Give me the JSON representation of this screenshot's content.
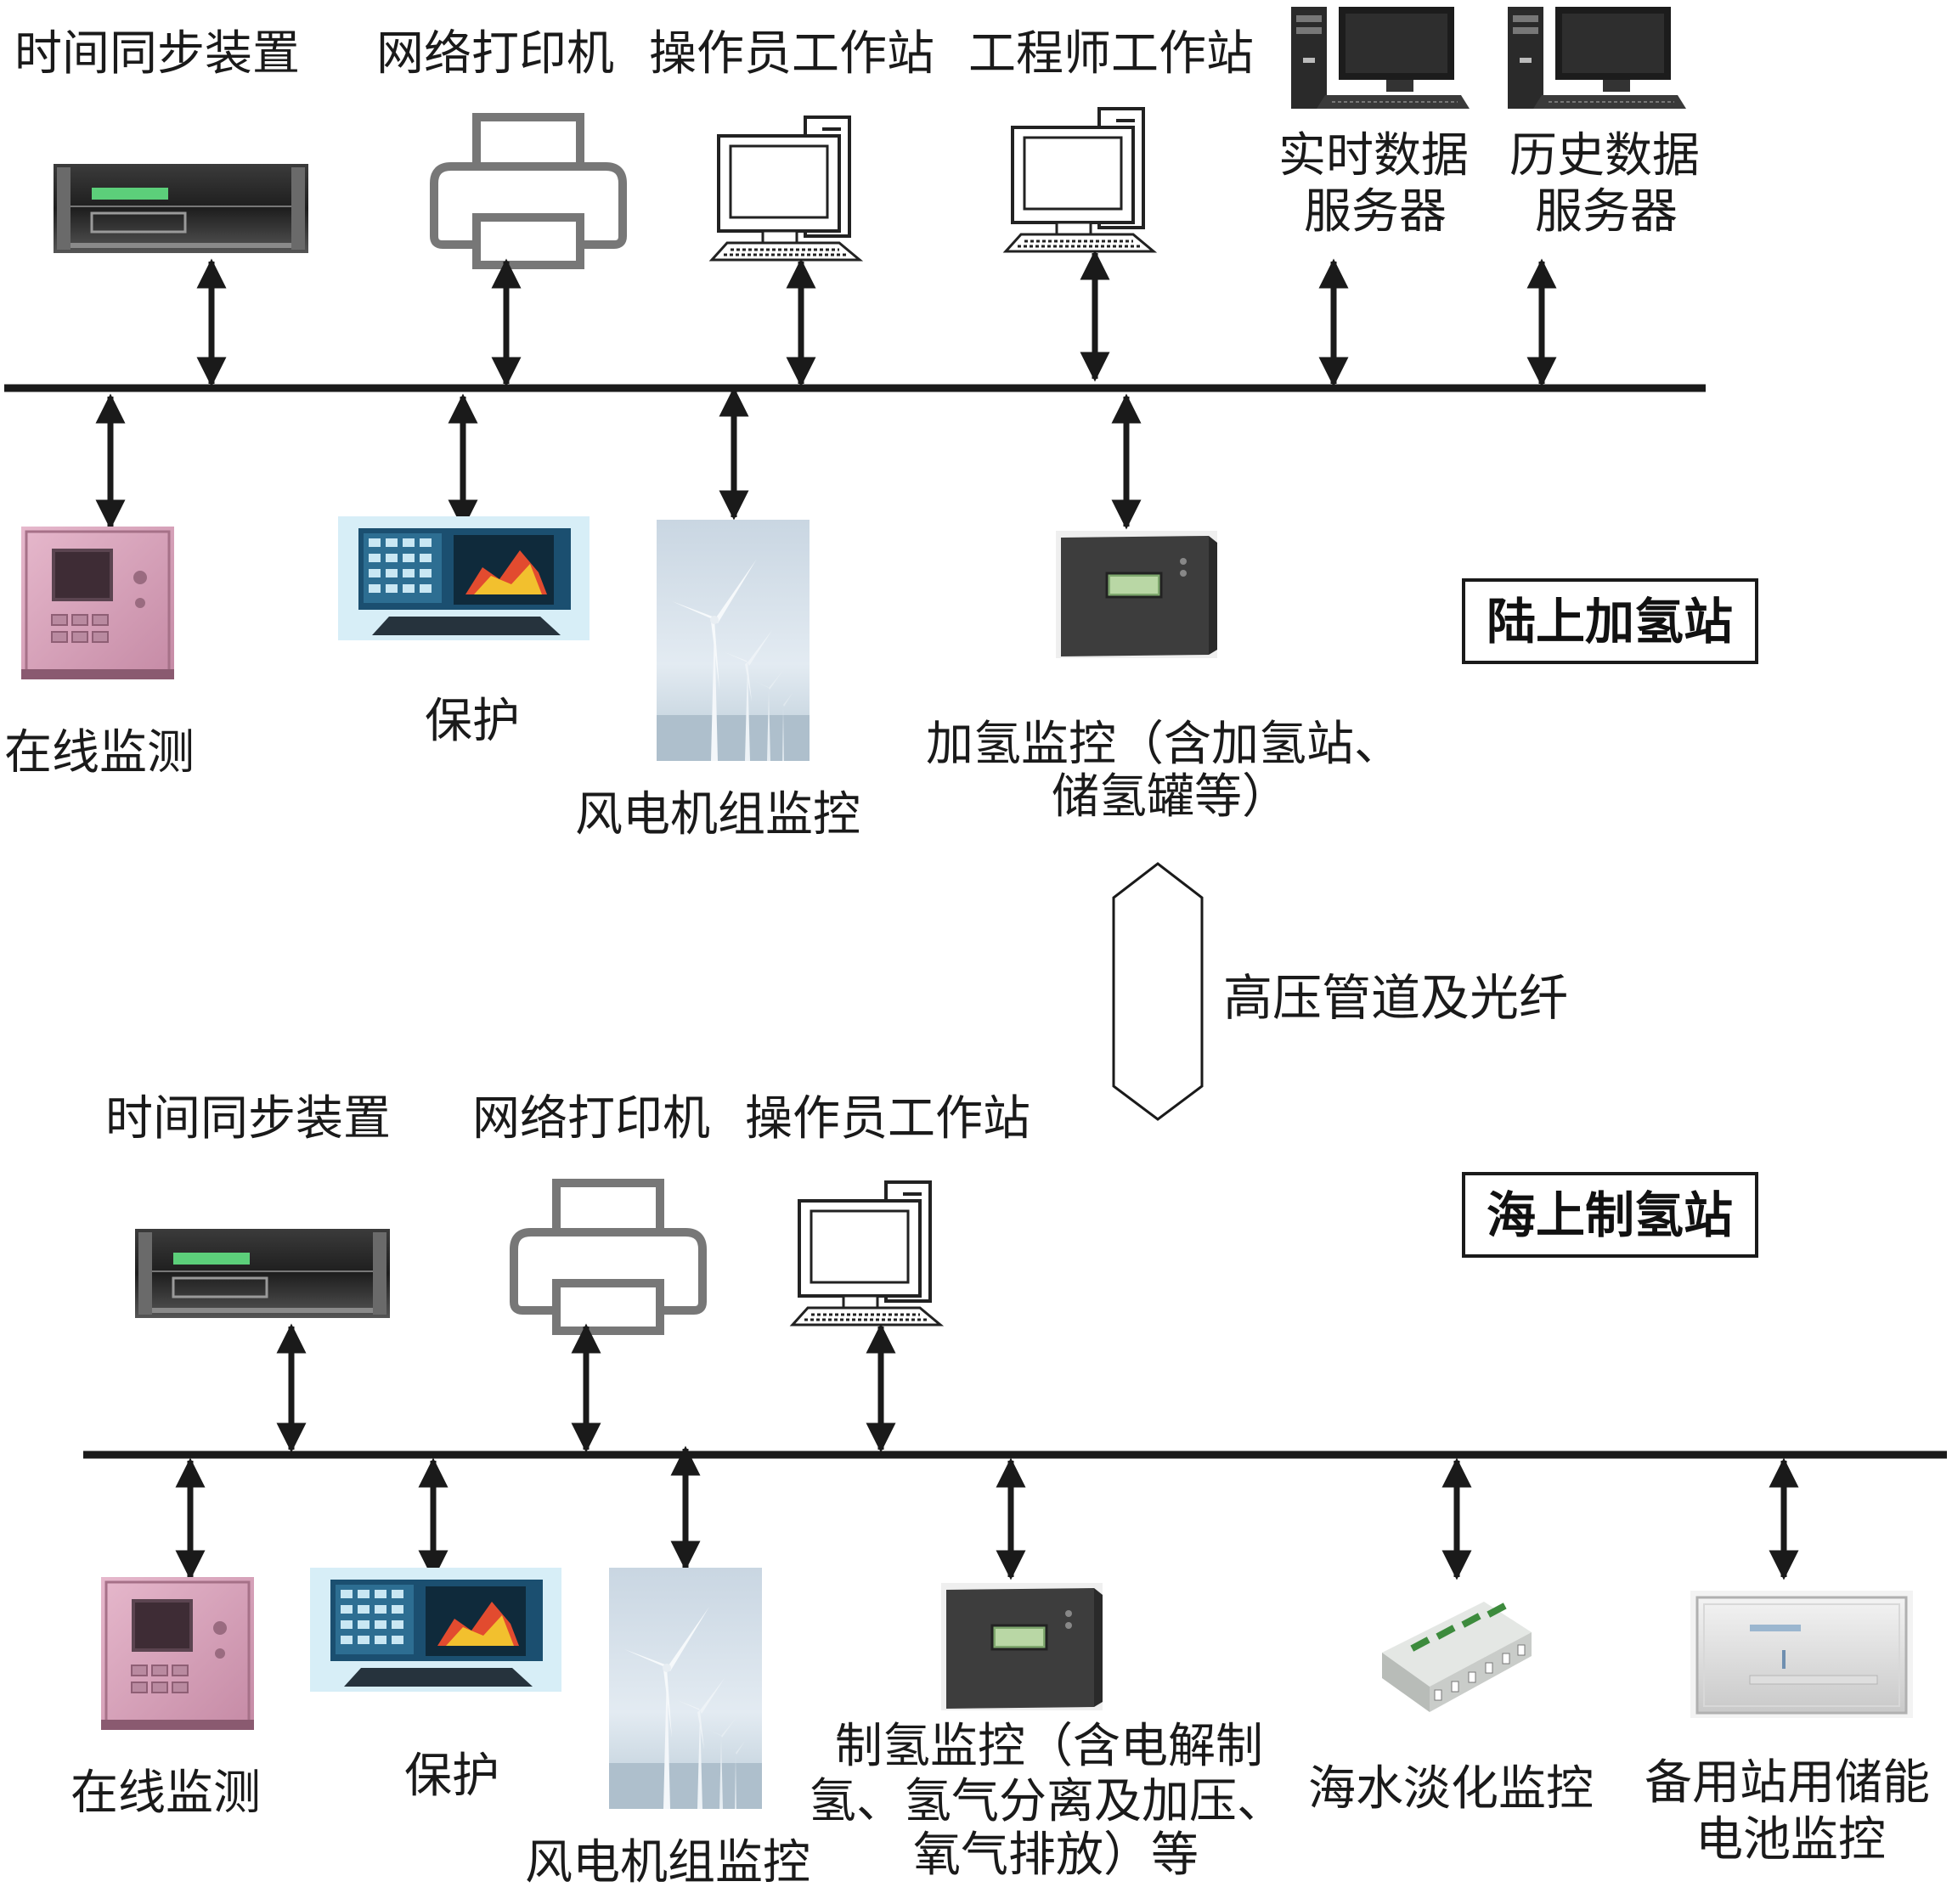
{
  "onshore": {
    "station_label": "陆上加氢站",
    "top_devices": {
      "time_sync": "时间同步装置",
      "printer": "网络打印机",
      "operator_ws": "操作员工作站",
      "engineer_ws": "工程师工作站",
      "rt_server_l1": "实时数据",
      "rt_server_l2": "服务器",
      "hist_server_l1": "历史数据",
      "hist_server_l2": "服务器"
    },
    "bottom_devices": {
      "online_monitor": "在线监测",
      "protection": "保护",
      "wind_monitor": "风电机组监控",
      "h2_refuel_l1": "加氢监控（含加氢站、",
      "h2_refuel_l2": "储氢罐等）"
    }
  },
  "link": {
    "label": "高压管道及光纤"
  },
  "offshore": {
    "station_label": "海上制氢站",
    "top_devices": {
      "time_sync": "时间同步装置",
      "printer": "网络打印机",
      "operator_ws": "操作员工作站"
    },
    "bottom_devices": {
      "online_monitor": "在线监测",
      "protection": "保护",
      "wind_monitor": "风电机组监控",
      "h2_prod_l1": "制氢监控（含电解制",
      "h2_prod_l2": "氢、氢气分离及加压、",
      "h2_prod_l3": "氧气排放）等",
      "desal": "海水淡化监控",
      "battery_l1": "备用站用储能",
      "battery_l2": "电池监控"
    }
  }
}
